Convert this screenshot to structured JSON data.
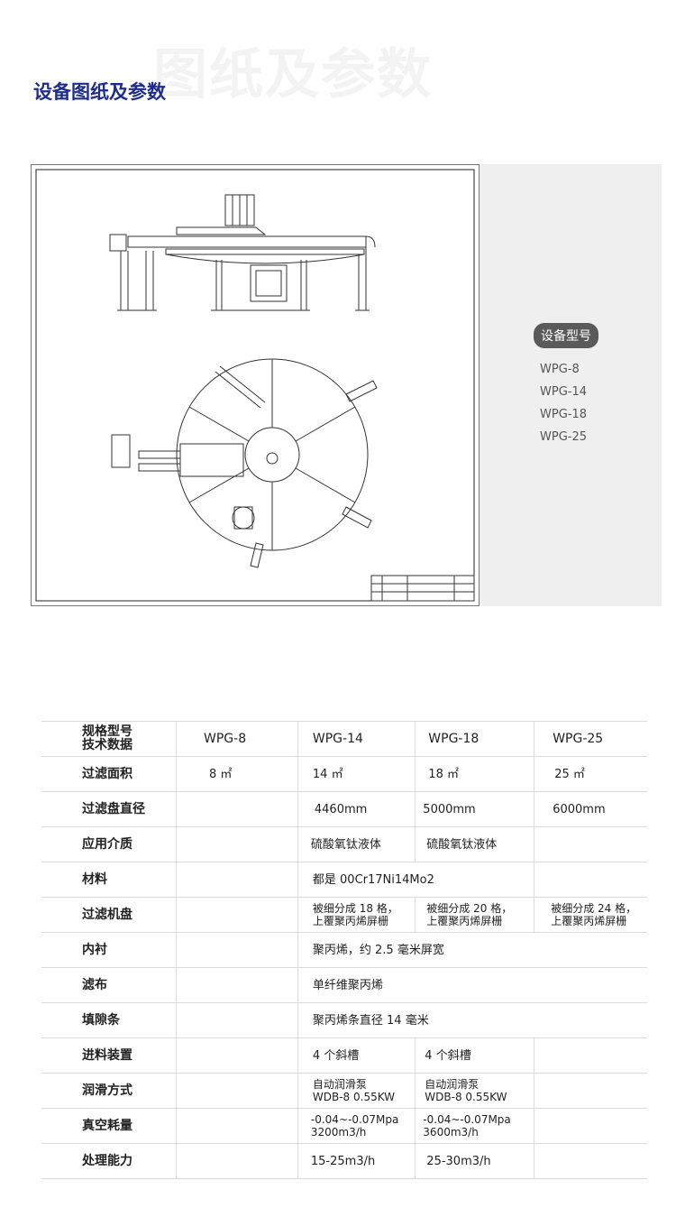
{
  "header": {
    "watermark": "图纸及参数",
    "title": "设备图纸及参数"
  },
  "models_panel": {
    "badge": "设备型号",
    "items": [
      "WPG-8",
      "WPG-14",
      "WPG-18",
      "WPG-25"
    ]
  },
  "table": {
    "header": {
      "line1": "规格型号",
      "line2": "技术数据",
      "cols": [
        "WPG-8",
        "WPG-14",
        "WPG-18",
        "WPG-25"
      ]
    },
    "rows": [
      {
        "label": "过滤面积",
        "cells": [
          "8 ㎡",
          "14 ㎡",
          "18 ㎡",
          "25 ㎡"
        ]
      },
      {
        "label": "过滤盘直径",
        "cells": [
          "",
          "4460mm",
          "5000mm",
          "6000mm"
        ]
      },
      {
        "label": "应用介质",
        "cells": [
          "",
          "硫酸氧钛液体",
          "硫酸氧钛液体",
          ""
        ]
      },
      {
        "label": "材料",
        "span": "都是 00Cr17Ni14Mo2",
        "last": ""
      },
      {
        "label": "过滤机盘",
        "cells": [
          "",
          "被细分成 18 格，\n上覆聚丙烯屏栅",
          "被细分成 20 格，\n上覆聚丙烯屏栅",
          "被细分成 24 格，\n上覆聚丙烯屏栅"
        ]
      },
      {
        "label": "内衬",
        "wide": "聚丙烯，约 2.5 毫米屏宽"
      },
      {
        "label": "滤布",
        "wide": "单纤维聚丙烯"
      },
      {
        "label": "填隙条",
        "wide": "聚丙烯条直径 14 毫米"
      },
      {
        "label": "进料装置",
        "cells": [
          "",
          "4 个斜槽",
          "4 个斜槽",
          ""
        ]
      },
      {
        "label": "润滑方式",
        "cells": [
          "",
          "自动润滑泵\nWDB-8 0.55KW",
          "自动润滑泵\nWDB-8 0.55KW",
          ""
        ]
      },
      {
        "label": "真空耗量",
        "cells": [
          "",
          "-0.04~-0.07Mpa\n3200m3/h",
          "-0.04~-0.07Mpa\n3600m3/h",
          ""
        ]
      },
      {
        "label": "处理能力",
        "cells": [
          "",
          "15-25m3/h",
          "25-30m3/h",
          ""
        ]
      }
    ]
  }
}
